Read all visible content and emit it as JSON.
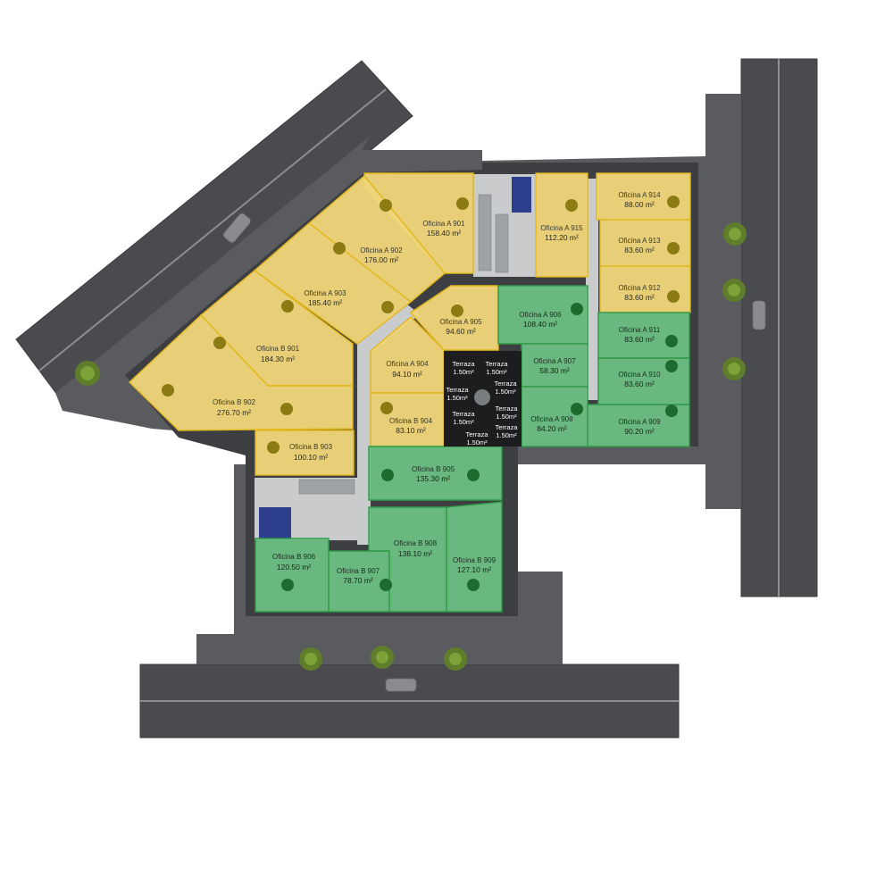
{
  "map": {
    "legend_colors": {
      "available": "#f0d67a",
      "sold": "#6cbf83"
    },
    "units": [
      {
        "id": "a901",
        "name": "Oficina A 901",
        "area": "158.40 m²",
        "status": "available"
      },
      {
        "id": "a902",
        "name": "Oficina A 902",
        "area": "176.00 m²",
        "status": "available"
      },
      {
        "id": "a903",
        "name": "Oficina A 903",
        "area": "185.40 m²",
        "status": "available"
      },
      {
        "id": "b901",
        "name": "Oficina B 901",
        "area": "184.30 m²",
        "status": "available"
      },
      {
        "id": "b902",
        "name": "Oficina B 902",
        "area": "276.70 m²",
        "status": "available"
      },
      {
        "id": "b903",
        "name": "Oficina B 903",
        "area": "100.10 m²",
        "status": "available"
      },
      {
        "id": "a904",
        "name": "Oficina A 904",
        "area": "94.10 m²",
        "status": "available"
      },
      {
        "id": "a905",
        "name": "Oficina A 905",
        "area": "94.60 m²",
        "status": "available"
      },
      {
        "id": "b904",
        "name": "Oficina B 904",
        "area": "83.10 m²",
        "status": "available"
      },
      {
        "id": "a915",
        "name": "Oficina A 915",
        "area": "112.20 m²",
        "status": "available"
      },
      {
        "id": "a914",
        "name": "Oficina A 914",
        "area": "88.00 m²",
        "status": "available"
      },
      {
        "id": "a913",
        "name": "Oficina A 913",
        "area": "83.60 m²",
        "status": "available"
      },
      {
        "id": "a912",
        "name": "Oficina A 912",
        "area": "83.60 m²",
        "status": "available"
      },
      {
        "id": "a906",
        "name": "Oficina A 906",
        "area": "108.40 m²",
        "status": "sold"
      },
      {
        "id": "a907",
        "name": "Oficina A 907",
        "area": "58.30 m²",
        "status": "sold"
      },
      {
        "id": "a908",
        "name": "Oficina A 908",
        "area": "84.20 m²",
        "status": "sold"
      },
      {
        "id": "a909",
        "name": "Oficina A 909",
        "area": "90.20 m²",
        "status": "sold"
      },
      {
        "id": "a910",
        "name": "Oficina A 910",
        "area": "83.60 m²",
        "status": "sold"
      },
      {
        "id": "a911",
        "name": "Oficina A 911",
        "area": "83.60 m²",
        "status": "sold"
      },
      {
        "id": "b905",
        "name": "Oficina B 905",
        "area": "135.30 m²",
        "status": "sold"
      },
      {
        "id": "b906",
        "name": "Oficina B 906",
        "area": "120.50 m²",
        "status": "sold"
      },
      {
        "id": "b907",
        "name": "Oficina B 907",
        "area": "78.70 m²",
        "status": "sold"
      },
      {
        "id": "b908",
        "name": "Oficina B 908",
        "area": "138.10 m²",
        "status": "sold"
      },
      {
        "id": "b909",
        "name": "Oficina B 909",
        "area": "127.10 m²",
        "status": "sold"
      }
    ],
    "terraces": [
      {
        "name": "Terraza",
        "area": "1.50m²"
      },
      {
        "name": "Terraza",
        "area": "1.50m²"
      },
      {
        "name": "Terraza",
        "area": "1.50m²"
      },
      {
        "name": "Terraza",
        "area": "1.50m²"
      },
      {
        "name": "Terraza",
        "area": "1.50m²"
      },
      {
        "name": "Terraza",
        "area": "1.50m²"
      },
      {
        "name": "Terraza",
        "area": "1.50m²"
      },
      {
        "name": "Terraza",
        "area": "1.50m²"
      }
    ]
  }
}
